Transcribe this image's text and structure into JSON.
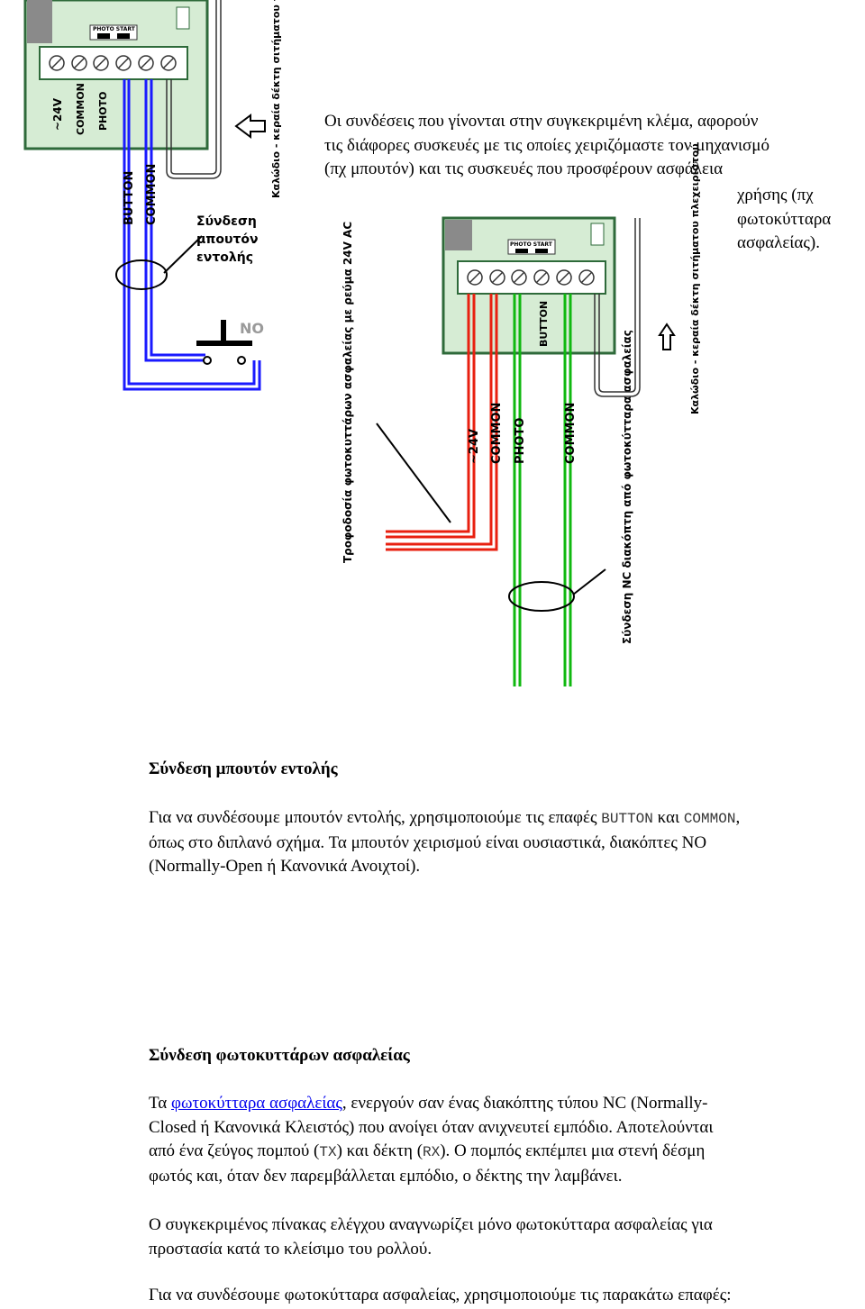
{
  "intro": {
    "line1": "Οι συνδέσεις που γίνονται στην συγκεκριμένη κλέμα, αφορούν",
    "line2": "τις διάφορες συσκευές με τις οποίες χειριζόμαστε τον μηχανισμό",
    "line3": "(πχ μπουτόν) και τις συσκευές που προσφέρουν ασφάλεια",
    "line4": "χρήσης (πχ",
    "line5": "φωτοκύτταρα",
    "line6": "ασφαλείας)."
  },
  "diagram1": {
    "board_label": "PHOTO START",
    "terminals": [
      "~24V",
      "COMMON",
      "PHOTO"
    ],
    "wire_labels": [
      "BUTTON",
      "COMMON"
    ],
    "cable_note": "Καλώδιο - κεραία δέκτη σιτήματου πλεχειριστού",
    "connection_note_1": "Σύνδεση",
    "connection_note_2": "μπουτόν",
    "connection_note_3": "εντολής",
    "switch_label": "NO"
  },
  "diagram2": {
    "board_label": "PHOTO START",
    "terminals": [
      "BUTTON"
    ],
    "wire_labels": [
      "~24V",
      "COMMON",
      "PHOTO",
      "COMMON"
    ],
    "cable_note": "Καλώδιο - κεραία δέκτη σιτήματου πλεχειριστού",
    "supply_note": "Τροφοδοσία φωτοκυττάρων ασφαλείας με ρεύμα 24V AC",
    "nc_note": "Σύνδεση NC διακόπτη από φωτοκύτταρα ασφαλείας"
  },
  "section1": {
    "heading": "Σύνδεση μπουτόν εντολής",
    "p1_a": "Για να συνδέσουμε μπουτόν εντολής, χρησιμοποιούμε τις επαφές ",
    "p1_code1": "BUTTON",
    "p1_b": " και ",
    "p1_code2": "COMMON",
    "p1_c": ",",
    "p1_line2": "όπως στο διπλανό σχήμα. Τα μπουτόν χειρισμού είναι ουσιαστικά, διακόπτες NO",
    "p1_line3": "(Normally-Open ή Κανονικά Ανοιχτοί)."
  },
  "section2": {
    "heading": "Σύνδεση φωτοκυττάρων ασφαλείας",
    "p1_a": "Τα ",
    "p1_link": "φωτοκύτταρα ασφαλείας",
    "p1_b": ", ενεργούν σαν ένας διακόπτης τύπου NC (Normally-",
    "p1_line2": "Closed ή Κανονικά Κλειστός) που ανοίγει όταν ανιχνευτεί εμπόδιο. Αποτελούνται",
    "p1_line3a": "από ένα ζεύγος πομπού (",
    "p1_tx": "TX",
    "p1_line3b": ") και δέκτη (",
    "p1_rx": "RX",
    "p1_line3c": "). Ο πομπός εκπέμπει μια στενή δέσμη",
    "p1_line4": "φωτός και, όταν δεν παρεμβάλλεται εμπόδιο, ο δέκτης την λαμβάνει.",
    "p2_line1": "Ο συγκεκριμένος πίνακας ελέγχου αναγνωρίζει μόνο φωτοκύτταρα ασφαλείας για",
    "p2_line2": "προστασία κατά το κλείσιμο του ρολλού.",
    "p3": "Για να συνδέσουμε φωτοκύτταρα ασφαλείας, χρησιμοποιούμε τις παρακάτω επαφές:"
  },
  "colors": {
    "wire_blue": "#1a1aff",
    "wire_red": "#e82010",
    "wire_green": "#10b810",
    "board": "#d6ecd4",
    "board_dark": "#2e6a3a"
  }
}
